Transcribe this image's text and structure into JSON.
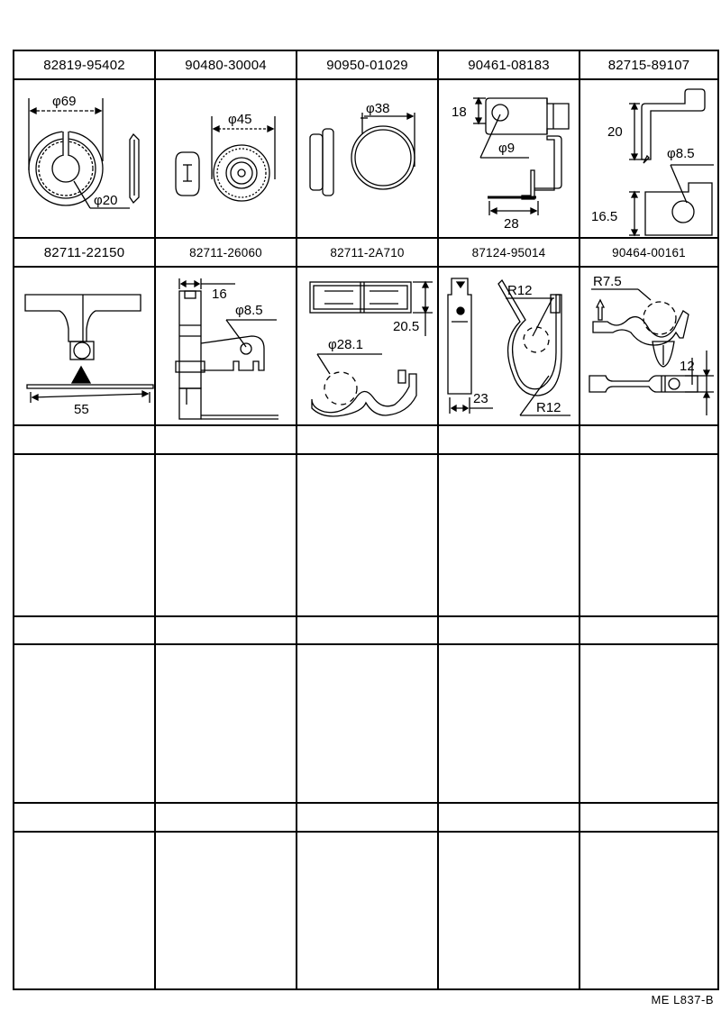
{
  "document": {
    "type": "parts-catalog-illustration-sheet",
    "footer_code": "ME  L837-B"
  },
  "rows": [
    {
      "parts": [
        {
          "part_no": "82819-95402",
          "drawing": "grommet-split",
          "dims": [
            "φ69",
            "φ20"
          ]
        },
        {
          "part_no": "90480-30004",
          "drawing": "grommet-round",
          "dims": [
            "φ45"
          ]
        },
        {
          "part_no": "90950-01029",
          "drawing": "plug-hole",
          "dims": [
            "φ38"
          ]
        },
        {
          "part_no": "90461-08183",
          "drawing": "bracket-clamp",
          "dims": [
            "18",
            "φ9",
            "28"
          ]
        },
        {
          "part_no": "82715-89107",
          "drawing": "bracket-angle",
          "dims": [
            "20",
            "φ8.5",
            "16.5"
          ]
        }
      ]
    },
    {
      "parts": [
        {
          "part_no": "82711-22150",
          "drawing": "clip-t",
          "dims": [
            "55"
          ]
        },
        {
          "part_no": "82711-26060",
          "drawing": "clip-bracket",
          "dims": [
            "16",
            "φ8.5"
          ]
        },
        {
          "part_no": "82711-2A710",
          "drawing": "clamp-double",
          "dims": [
            "20.5",
            "φ28.1"
          ]
        },
        {
          "part_no": "87124-95014",
          "drawing": "clip-hook",
          "dims": [
            "R12",
            "23",
            "R12"
          ]
        },
        {
          "part_no": "90464-00161",
          "drawing": "clamp-pushpin",
          "dims": [
            "R7.5",
            "12"
          ]
        }
      ]
    },
    {
      "parts": [
        {
          "part_no": ""
        },
        {
          "part_no": ""
        },
        {
          "part_no": ""
        },
        {
          "part_no": ""
        },
        {
          "part_no": ""
        }
      ]
    },
    {
      "parts": [
        {
          "part_no": ""
        },
        {
          "part_no": ""
        },
        {
          "part_no": ""
        },
        {
          "part_no": ""
        },
        {
          "part_no": ""
        }
      ]
    },
    {
      "parts": [
        {
          "part_no": ""
        },
        {
          "part_no": ""
        },
        {
          "part_no": ""
        },
        {
          "part_no": ""
        },
        {
          "part_no": ""
        }
      ]
    }
  ]
}
